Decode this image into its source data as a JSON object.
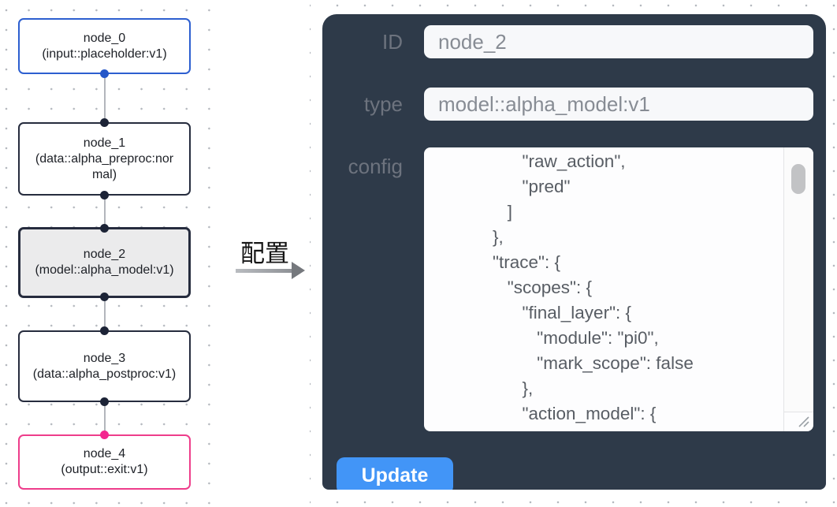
{
  "graph": {
    "nodes": [
      {
        "title": "node_0",
        "subtitle": "(input::placeholder:v1)"
      },
      {
        "title": "node_1",
        "subtitle": "(data::alpha_preproc:normal)"
      },
      {
        "title": "node_2",
        "subtitle": "(model::alpha_model:v1)"
      },
      {
        "title": "node_3",
        "subtitle": "(data::alpha_postproc:v1)"
      },
      {
        "title": "node_4",
        "subtitle": "(output::exit:v1)"
      }
    ]
  },
  "annotation": {
    "label": "配置"
  },
  "panel": {
    "id_label": "ID",
    "id_value": "node_2",
    "type_label": "type",
    "type_value": "model::alpha_model:v1",
    "config_label": "config",
    "config_lines": [
      "                  \"raw_action\",",
      "                  \"pred\"",
      "               ]",
      "            },",
      "            \"trace\": {",
      "               \"scopes\": {",
      "                  \"final_layer\": {",
      "                     \"module\": \"pi0\",",
      "                     \"mark_scope\": false",
      "                  },",
      "                  \"action_model\": {"
    ],
    "update_label": "Update"
  },
  "colors": {
    "panel-bg": "#2e3a49",
    "accent-blue": "#4295f7",
    "node-blue": "#2d5fd0",
    "node-dark": "#262c3e",
    "node-pink": "#ee3d8b",
    "node-selected-bg": "#ebebec",
    "handle-blue": "#2456c8",
    "handle-dark": "#1c2336",
    "handle-pink": "#f3278f",
    "edge-gray": "#b3b6bc",
    "dot-gray": "#b5b9bf",
    "field-bg": "#f7f8fa",
    "field-text": "#878c94",
    "label-text": "#6d737e",
    "editor-text": "#585d64"
  }
}
